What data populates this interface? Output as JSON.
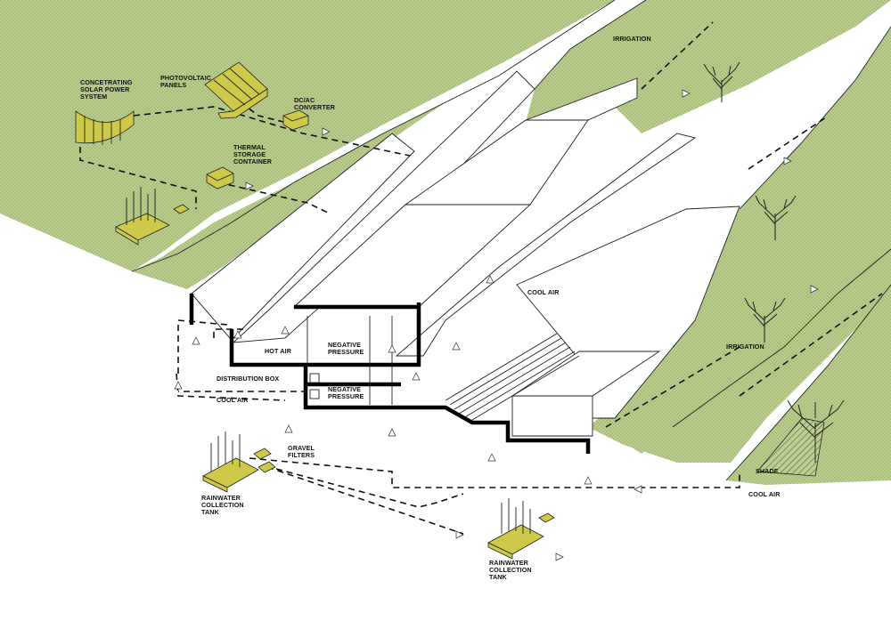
{
  "labels": {
    "concentrating": [
      "CONCETRATING",
      "SOLAR POWER",
      "SYSTEM"
    ],
    "photovoltaic": [
      "PHOTOVOLTAIC",
      "PANELS"
    ],
    "converter": [
      "DC/AC",
      "CONVERTER"
    ],
    "thermal": [
      "THERMAL",
      "STORAGE",
      "CONTAINER"
    ],
    "irrigation_top": "IRRIGATION",
    "irrigation_right": "IRRIGATION",
    "cool_air_mid": "COOL AIR",
    "hot_air": "HOT AIR",
    "negative_pressure_1": [
      "NEGATIVE",
      "PRESSURE"
    ],
    "negative_pressure_2": [
      "NEGATIVE",
      "PRESSURE"
    ],
    "distribution_box": "DISTRIBUTION BOX",
    "cool_air_left": "COOL AIR",
    "gravel_filters": [
      "GRAVEL",
      "FILTERS"
    ],
    "rainwater_tank_1": [
      "RAINWATER",
      "COLLECTION",
      "TANK"
    ],
    "rainwater_tank_2": [
      "RAINWATER",
      "COLLECTION",
      "TANK"
    ],
    "shade": "SHADE",
    "cool_air_bottom": "COOL AIR"
  },
  "colors": {
    "grass": "#b9cc8e",
    "grass_dot": "#8aa05a",
    "equipment": "#cfc94a",
    "lines": "#111111"
  }
}
